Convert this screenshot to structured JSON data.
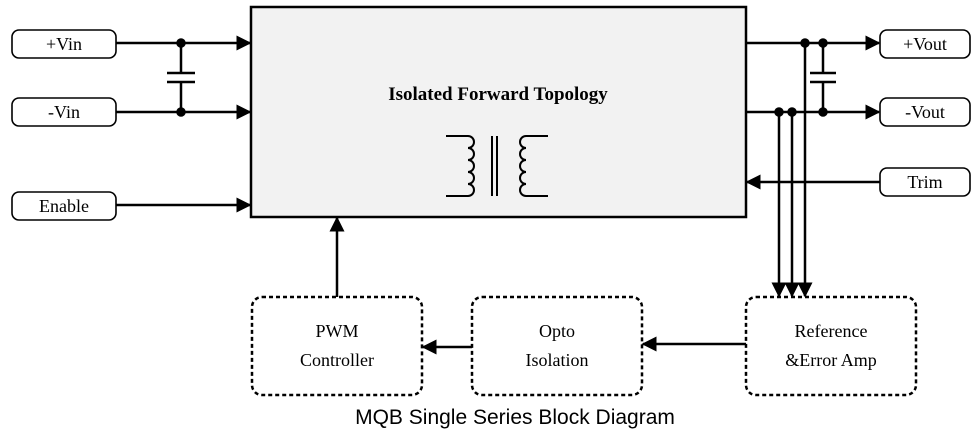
{
  "diagram": {
    "main_block": {
      "title": "Isolated Forward Topology"
    },
    "inputs": {
      "vin_pos": "+Vin",
      "vin_neg": "-Vin",
      "enable": "Enable"
    },
    "outputs": {
      "vout_pos": "+Vout",
      "vout_neg": "-Vout",
      "trim": "Trim"
    },
    "pwm_controller": {
      "line1": "PWM",
      "line2": "Controller"
    },
    "opto_isolation": {
      "line1": "Opto",
      "line2": "Isolation"
    },
    "reference_error_amp": {
      "line1": "Reference",
      "line2": "&Error Amp"
    },
    "caption": "MQB Single Series Block Diagram"
  },
  "colors": {
    "stroke": "#000000",
    "main_block_fill": "#f2f2f2",
    "background": "#ffffff"
  }
}
